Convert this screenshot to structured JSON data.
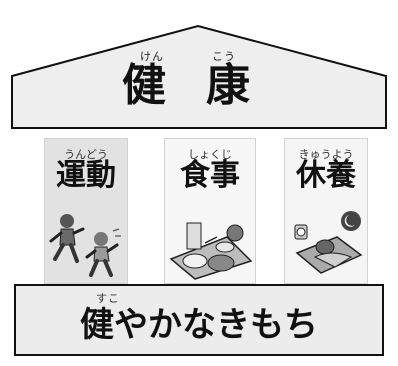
{
  "roof": {
    "ruby_1": "けん",
    "ruby_2": "こう",
    "title_1": "健",
    "title_2": "康"
  },
  "pillars": [
    {
      "ruby": "うんどう",
      "word": "運動",
      "icon": "running-children-icon"
    },
    {
      "ruby": "しょくじ",
      "word": "食事",
      "icon": "meal-tray-icon"
    },
    {
      "ruby": "きゅうよう",
      "word": "休養",
      "icon": "sleeping-child-icon"
    }
  ],
  "base": {
    "ruby": "すこ",
    "text": "健やかなきもち"
  },
  "colors": {
    "roof_fill": "#eeeeee",
    "pillar_fill_1": "#e2e2e2",
    "pillar_fill_2": "#f7f7f7",
    "pillar_fill_3": "#f5f5f5",
    "base_fill": "#ececec",
    "outline": "#111111"
  }
}
